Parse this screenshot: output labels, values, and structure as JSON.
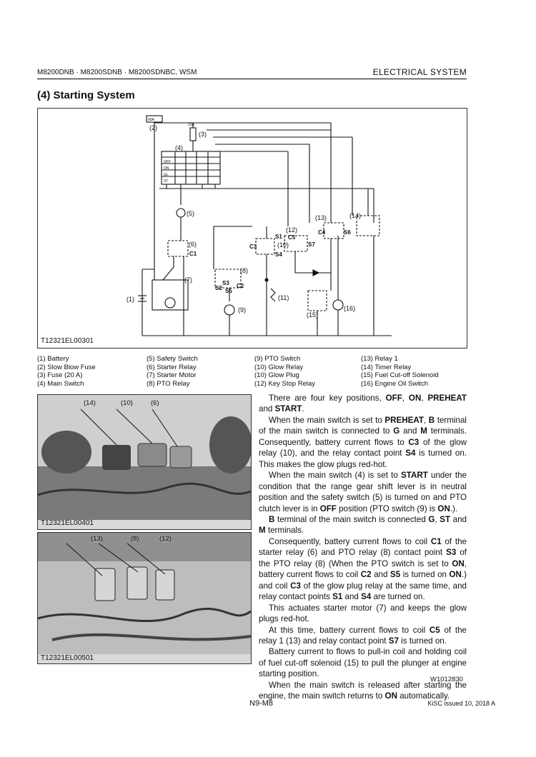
{
  "header": {
    "models": "M8200DNB · M8200SDNB · M8200SDNBC, WSM",
    "section": "ELECTRICAL SYSTEM"
  },
  "section_title": "(4)   Starting System",
  "diagram": {
    "code": "T12321EL00301",
    "callouts": [
      "(1)",
      "(2)",
      "(3)",
      "(4)",
      "(5)",
      "(6)",
      "(7)",
      "(8)",
      "(9)",
      "(10)",
      "(11)",
      "(12)",
      "(13)",
      "(14)",
      "(15)",
      "(16)"
    ],
    "terminals": [
      "C1",
      "C2",
      "C3",
      "C4",
      "C5",
      "S1",
      "S2",
      "S3",
      "S4",
      "S5",
      "S6",
      "S7"
    ],
    "key_positions": [
      "OFF",
      "ON",
      "GL",
      "ST"
    ],
    "fuse_label": "60A",
    "fuse3_label": "20A"
  },
  "legend": {
    "col1": [
      "(1) Battery",
      "(2) Slow Blow Fuse",
      "(3) Fuse (20 A)",
      "(4) Main Switch"
    ],
    "col2": [
      "(5) Safety Switch",
      "(6) Starter Relay",
      "(7) Starter Motor",
      "(8) PTO Relay"
    ],
    "col3": [
      "(9) PTO Switch",
      "(10) Glow Relay",
      "(10) Glow Plug",
      "(12) Key Stop Relay"
    ],
    "col4": [
      "(13) Relay 1",
      "(14) Timer Relay",
      "(15) Fuel Cut-off Solenoid",
      "(16) Engine Oil Switch"
    ]
  },
  "photo1": {
    "code": "T12321EL00401",
    "callouts": [
      "(14)",
      "(10)",
      "(6)"
    ]
  },
  "photo2": {
    "code": "T12321EL00501",
    "callouts": [
      "(13)",
      "(8)",
      "(12)"
    ]
  },
  "body": {
    "paragraphs": [
      "There are four key positions, OFF, ON, PREHEAT and START.",
      "When the main switch is set to PREHEAT, B terminal of the main switch is connected to G and M terminals. Consequently, battery current flows to C3 of the glow relay (10), and the relay contact point S4 is turned on. This makes the glow plugs red-hot.",
      "When the main switch (4) is set to START under the condition that the range gear shift lever is in neutral position and the safety switch (5) is turned on and PTO clutch lever is in OFF position (PTO switch (9) is ON.).",
      "B terminal of the main switch is connected G, ST and M terminals.",
      "Consequently, battery current flows to coil C1 of the starter relay (6) and PTO relay (8) contact point S3 of the PTO relay (8) (When the PTO switch is set to ON, battery current flows to coil C2 and S5 is turned on ON.) and coil C3 of the glow plug relay at the same time, and relay contact points S1 and S4 are turned on.",
      "This actuates starter motor (7) and keeps the glow plugs red-hot.",
      "At this time, battery current flows to coil C5 of the relay 1 (13) and relay contact point S7 is turned on.",
      "Battery current to flows to pull-in coil and holding coil of fuel cut-off solenoid (15) to pull the plunger at engine starting position.",
      "When the main switch is released after starting the engine, the main switch returns to ON automatically."
    ]
  },
  "doc_id": "W1012830",
  "page_number": "N9-M8",
  "issued": "KiSC issued 10, 2018 A"
}
